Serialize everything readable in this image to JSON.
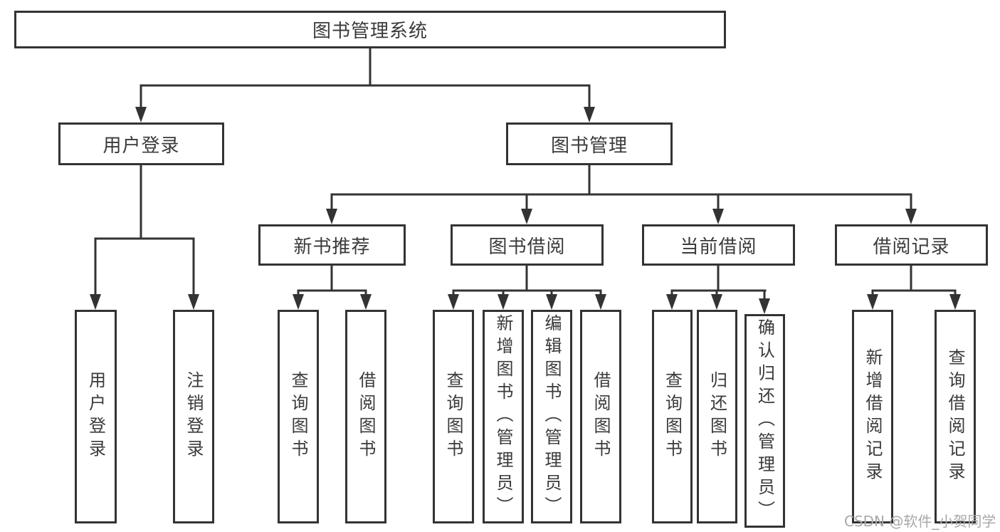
{
  "diagram": {
    "tree": {
      "root": {
        "label": "图书管理系统",
        "children": [
          {
            "label": "用户登录",
            "children": [
              {
                "label": "用户登录"
              },
              {
                "label": "注销登录"
              }
            ]
          },
          {
            "label": "图书管理",
            "children": [
              {
                "label": "新书推荐",
                "children": [
                  {
                    "label": "查询图书"
                  },
                  {
                    "label": "借阅图书"
                  }
                ]
              },
              {
                "label": "图书借阅",
                "children": [
                  {
                    "label": "查询图书"
                  },
                  {
                    "label": "新增图书（管理员）"
                  },
                  {
                    "label": "编辑图书（管理员）"
                  },
                  {
                    "label": "借阅图书"
                  }
                ]
              },
              {
                "label": "当前借阅",
                "children": [
                  {
                    "label": "查询图书"
                  },
                  {
                    "label": "归还图书"
                  },
                  {
                    "label": "确认归还（管理员）"
                  }
                ]
              },
              {
                "label": "借阅记录",
                "children": [
                  {
                    "label": "新增借阅记录"
                  },
                  {
                    "label": "查询借阅记录"
                  }
                ]
              }
            ]
          }
        ]
      }
    },
    "colors": {
      "line": "#333333",
      "box_border": "#333333",
      "box_fill": "#ffffff",
      "text": "#3a3a3a",
      "watermark": "#a8a8a8",
      "background": "#ffffff"
    }
  },
  "watermark": {
    "text": "CSDN @软件_小贺同学"
  }
}
